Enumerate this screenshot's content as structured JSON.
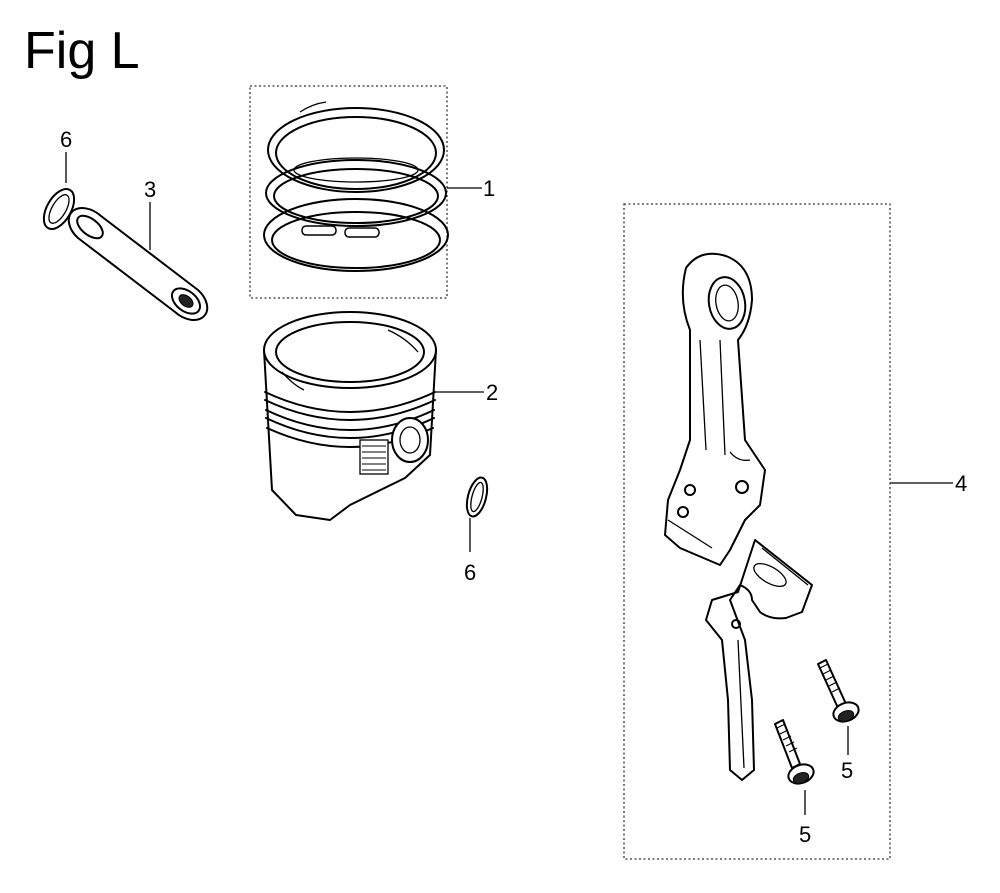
{
  "figure": {
    "title": "Fig L"
  },
  "callouts": {
    "ring_set": "1",
    "piston": "2",
    "piston_pin": "3",
    "connecting_rod_assy": "4",
    "bolt_upper": "5",
    "bolt_lower": "5",
    "clip_left": "6",
    "clip_right": "6"
  }
}
